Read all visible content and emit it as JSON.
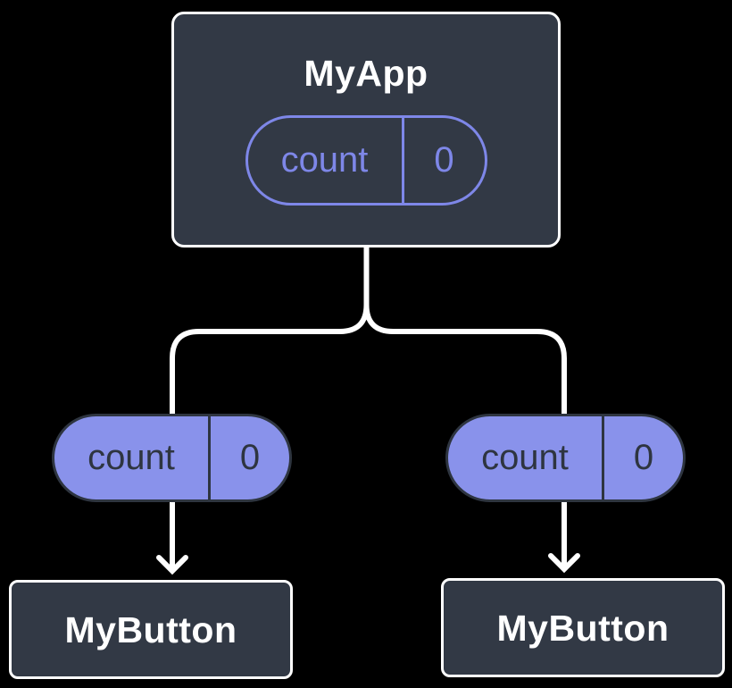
{
  "colors": {
    "background": "#000000",
    "node_fill": "#323945",
    "node_border": "#FFFFFF",
    "node_text": "#FFFFFF",
    "pill_fill": "#8992EB",
    "pill_outline": "#7E87E8",
    "pill_dark": "#2E3540",
    "connector": "#FFFFFF"
  },
  "tree": {
    "root": {
      "label": "MyApp",
      "state": {
        "name": "count",
        "value": "0"
      }
    },
    "children": [
      {
        "prop": {
          "name": "count",
          "value": "0"
        },
        "label": "MyButton"
      },
      {
        "prop": {
          "name": "count",
          "value": "0"
        },
        "label": "MyButton"
      }
    ]
  }
}
